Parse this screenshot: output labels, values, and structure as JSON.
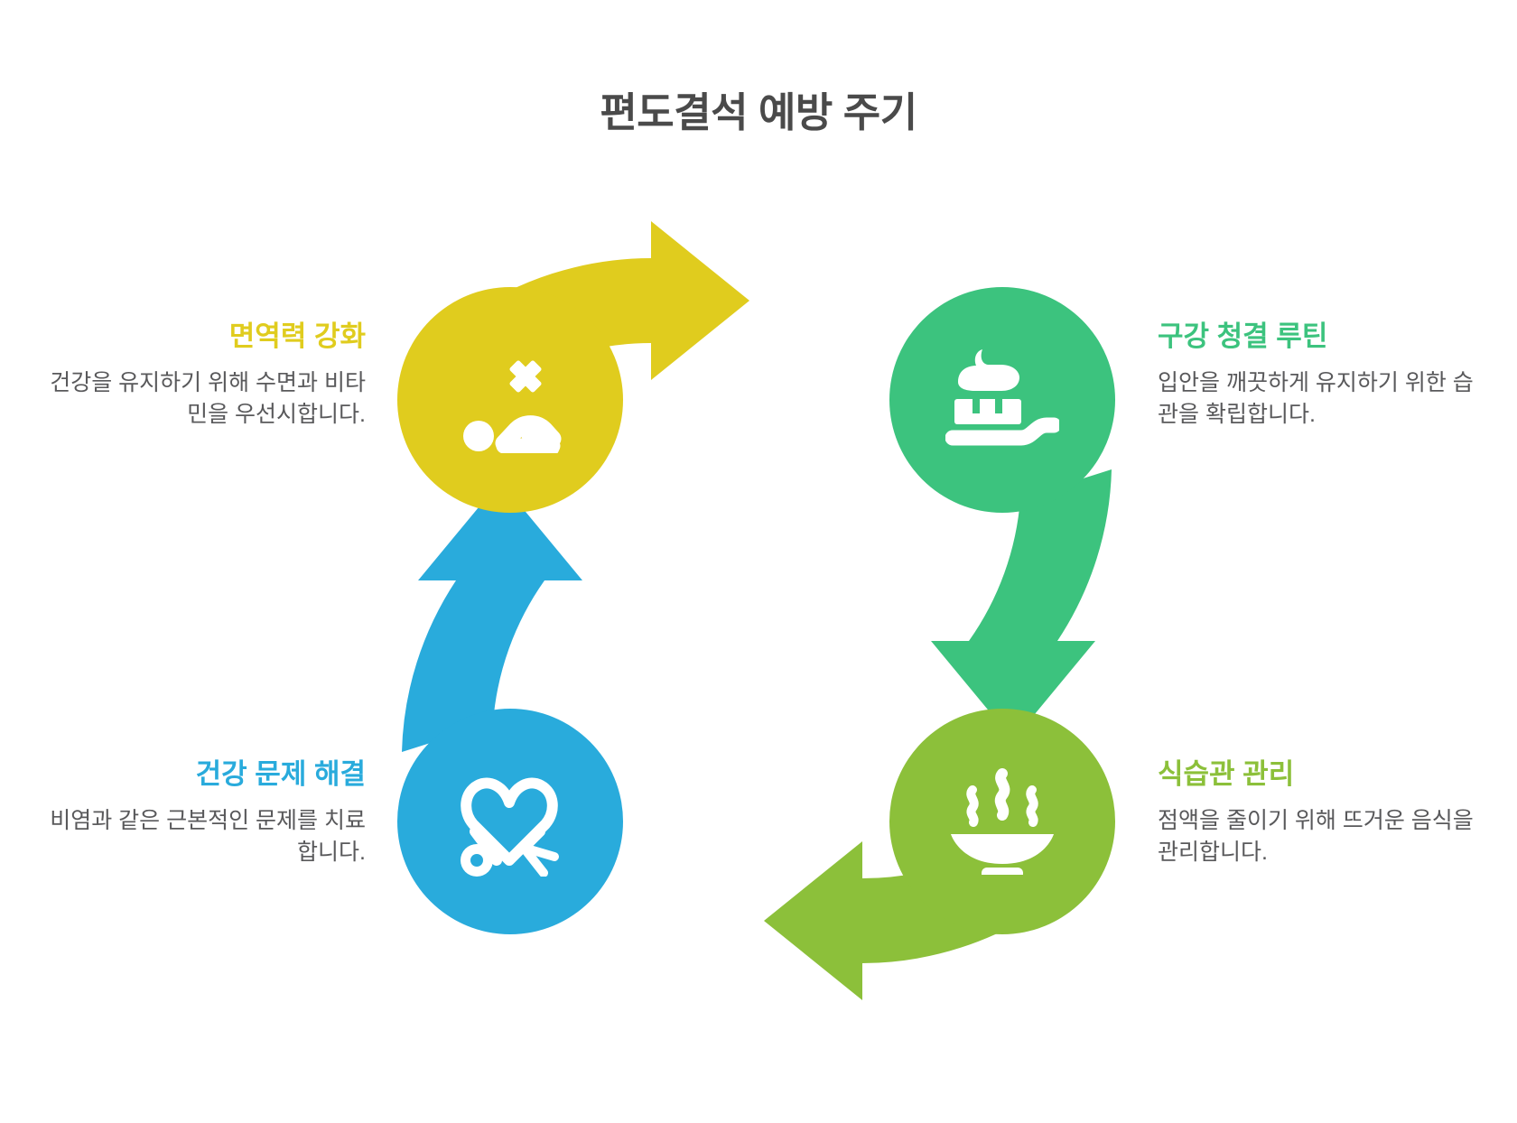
{
  "title": "편도결석 예방 주기",
  "colors": {
    "yellow": "#E0CC1E",
    "green": "#3CC37E",
    "olive": "#8CC03A",
    "blue": "#29ABDC",
    "title_gray": "#4a4a4a",
    "body_gray": "#59595b",
    "background": "#ffffff"
  },
  "nodes": [
    {
      "id": "immunity",
      "position": "top-left",
      "heading": "면역력 강화",
      "body": "건강을 유지하기 위해 수면과 비타민을 우선시합니다.",
      "color": "#E0CC1E",
      "icon": "sleeping-person-moon-icon"
    },
    {
      "id": "oral",
      "position": "top-right",
      "heading": "구강 청결 루틴",
      "body": "입안을 깨끗하게 유지하기 위한 습관을 확립합니다.",
      "color": "#3CC37E",
      "icon": "toothbrush-icon"
    },
    {
      "id": "diet",
      "position": "bottom-right",
      "heading": "식습관 관리",
      "body": "점액을 줄이기 위해 뜨거운 음식을 관리합니다.",
      "color": "#8CC03A",
      "icon": "steaming-bowl-icon"
    },
    {
      "id": "health",
      "position": "bottom-left",
      "heading": "건강 문제 해결",
      "body": "비염과 같은 근본적인 문제를 치료합니다.",
      "color": "#29ABDC",
      "icon": "heart-stethoscope-icon"
    }
  ],
  "arrows": [
    {
      "id": "immunity-to-oral",
      "from": "immunity",
      "to": "oral",
      "color": "#E0CC1E",
      "direction": "right"
    },
    {
      "id": "oral-to-diet",
      "from": "oral",
      "to": "diet",
      "color": "#3CC37E",
      "direction": "down"
    },
    {
      "id": "diet-to-health",
      "from": "diet",
      "to": "health",
      "color": "#8CC03A",
      "direction": "left"
    },
    {
      "id": "health-to-immunity",
      "from": "health",
      "to": "immunity",
      "color": "#29ABDC",
      "direction": "up"
    }
  ]
}
